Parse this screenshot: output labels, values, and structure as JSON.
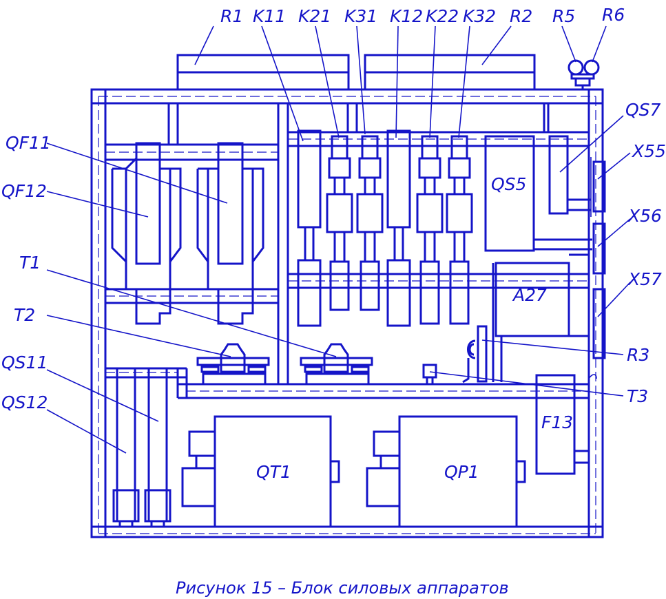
{
  "labels": {
    "R1": "R1",
    "K11": "K11",
    "K21": "K21",
    "K31": "K31",
    "K12": "K12",
    "K22": "K22",
    "K32": "K32",
    "R2": "R2",
    "R5": "R5",
    "R6": "R6",
    "QS7": "QS7",
    "X55": "X55",
    "X56": "X56",
    "X57": "X57",
    "R3": "R3",
    "T3": "T3",
    "QF11": "QF11",
    "QF12": "QF12",
    "T1": "T1",
    "T2": "T2",
    "QS11": "QS11",
    "QS12": "QS12"
  },
  "blocks": {
    "QS5": "QS5",
    "A27": "A27",
    "QT1": "QT1",
    "QP1": "QP1",
    "F13": "F13"
  },
  "caption": "Рисунок 15 – Блок силовых аппаратов",
  "colors": {
    "line": "#1414c8",
    "background": "#ffffff"
  }
}
